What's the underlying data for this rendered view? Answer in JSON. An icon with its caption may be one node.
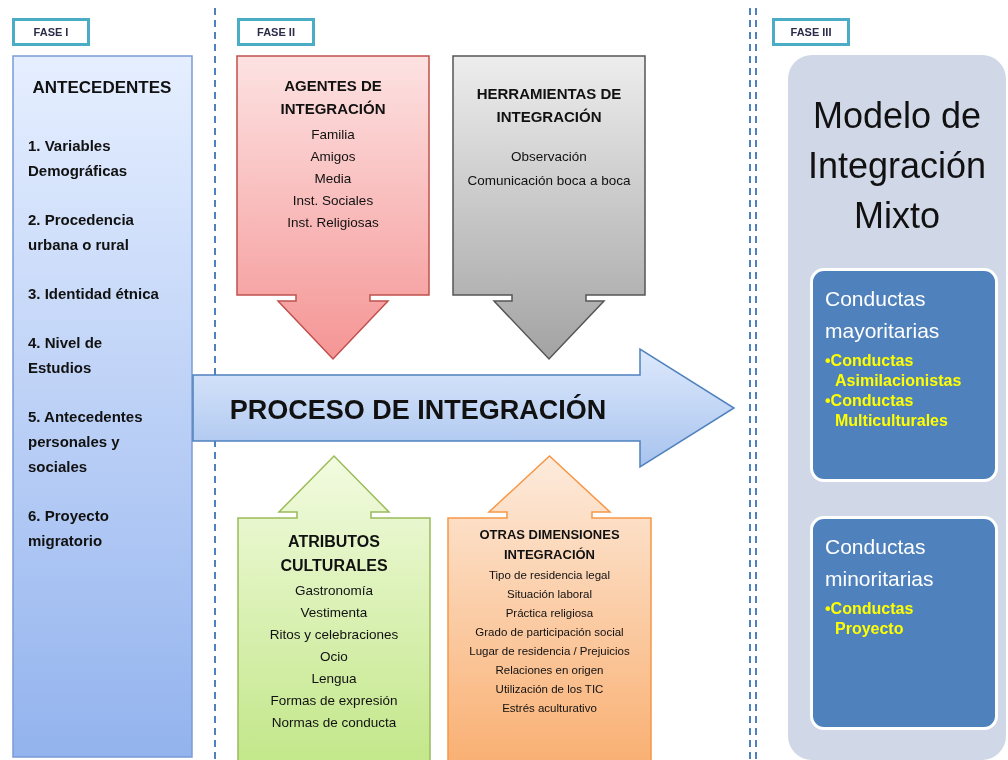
{
  "diagram": {
    "nodes": [
      {
        "text": [
          "FASE I"
        ]
      },
      {
        "text": [
          "FASE II"
        ]
      },
      {
        "text": [
          "FASE III"
        ]
      },
      {
        "text": [
          "ANTECEDENTES",
          "1. Variables Demográficas",
          "2. Procedencia urbana o rural",
          "3. Identidad étnica",
          "4. Nivel de Estudios",
          "5. Antecedentes personales y sociales",
          "6. Proyecto migratorio"
        ]
      },
      {
        "text": [
          "AGENTES DE INTEGRACIÓN",
          "Familia",
          "Amigos",
          "Media",
          "Inst. Sociales",
          "Inst. Religiosas"
        ]
      },
      {
        "text": [
          "HERRAMIENTAS DE INTEGRACIÓN",
          "Observación",
          "Comunicación boca a boca"
        ]
      },
      {
        "text": [
          "PROCESO DE INTEGRACIÓN"
        ]
      },
      {
        "text": [
          "ATRIBUTOS CULTURALES",
          "Gastronomía",
          "Vestimenta",
          "Ritos y celebraciones",
          "Ocio",
          "Lengua",
          "Formas de expresión",
          "Normas de conducta"
        ]
      },
      {
        "text": [
          "OTRAS DIMENSIONES INTEGRACIÓN",
          "Tipo de residencia legal",
          "Situación laboral",
          "Práctica religiosa",
          "Grado de participación social",
          "Lugar de residencia / Prejuicios",
          "Relaciones en origen",
          "Utilización de los TIC",
          "Estrés aculturativo"
        ]
      },
      {
        "text": [
          "Modelo de Integración Mixto"
        ]
      },
      {
        "text": [
          "Conductas mayoritarias",
          "•Conductas Asimilacionistas",
          "•Conductas Multiculturales"
        ],
        "in": 9
      },
      {
        "text": [
          "Conductas minoritarias",
          "•Conductas Proyecto"
        ],
        "in": 9
      }
    ]
  }
}
